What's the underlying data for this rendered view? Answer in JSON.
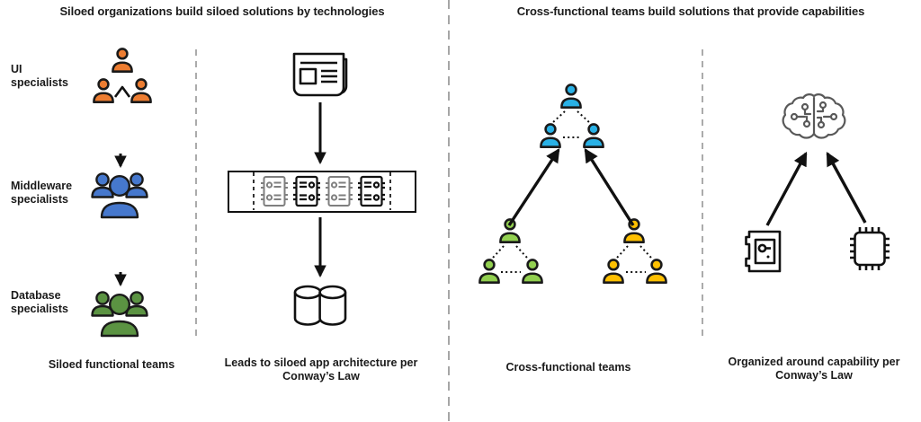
{
  "left": {
    "title": "Siloed organizations build siloed solutions by technologies",
    "teams": [
      {
        "label": "UI\nspecialists",
        "color": "#ED7D31"
      },
      {
        "label": "Middleware\nspecialists",
        "color": "#4678CD"
      },
      {
        "label": "Database\nspecialists",
        "color": "#5B9342"
      }
    ],
    "teams_caption": "Siloed functional teams",
    "flow_caption": "Leads to siloed app architecture per Conway’s Law"
  },
  "right": {
    "title": "Cross-functional teams build solutions that provide capabilities",
    "teams": [
      {
        "name": "lead-team",
        "color": "#29B1E6"
      },
      {
        "name": "feature-team-left",
        "color": "#92D050"
      },
      {
        "name": "feature-team-right",
        "color": "#FFC000"
      }
    ],
    "teams_caption": "Cross-functional teams",
    "flow_caption": "Organized around capability per Conway’s Law"
  },
  "colors": {
    "outline": "#1a1a1a",
    "divider_gray": "#A6A6A6",
    "muted_card_gray": "#7f7f7f",
    "brain_gray": "#595959"
  }
}
